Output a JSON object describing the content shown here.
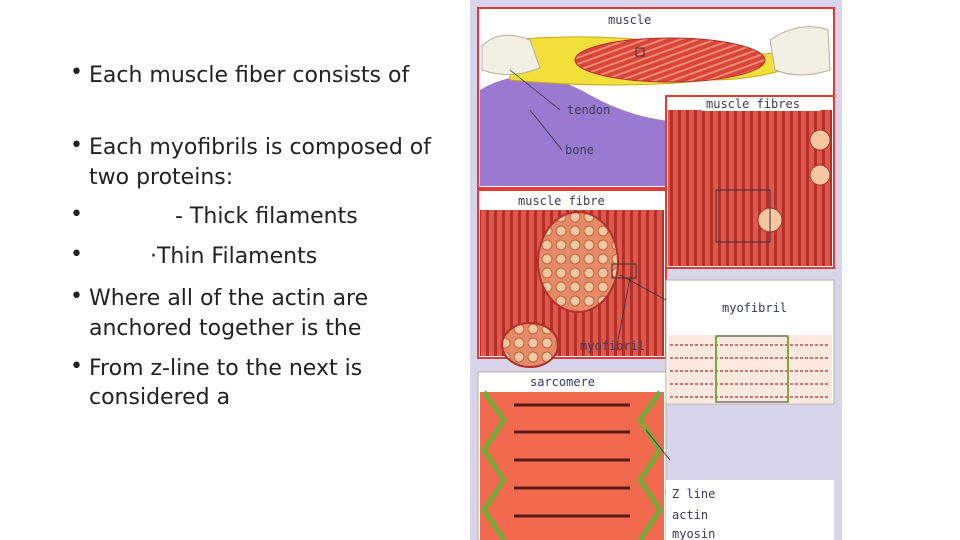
{
  "bullets": {
    "b1": "Each muscle fiber consists of",
    "b2_line1": "Each myofibrils is composed of",
    "b2_line2": "two proteins:",
    "b3": "- Thick filaments",
    "b4": "·Thin Filaments",
    "b5_line1": "Where all of the actin are",
    "b5_line2": "anchored together is the",
    "b6_line1": "From z-line to the next is",
    "b6_line2": "considered a"
  },
  "figure": {
    "muscle": "muscle",
    "tendon": "tendon",
    "bone": "bone",
    "muscle_fibres": "muscle fibres",
    "muscle_fibre": "muscle fibre",
    "myofibril_right": "myofibril",
    "myofibril_left": "myofibril",
    "sarcomere": "sarcomere",
    "z_line": "Z line",
    "actin": "actin",
    "myosin": "myosin"
  },
  "colors": {
    "panel_bg": "#d8d4ea",
    "frame_red": "#e23a3a",
    "muscle_red": "#d9453a",
    "bone": "#f2efe4",
    "tissue_purple": "#9a7ad0",
    "tendon_yellow": "#f2e03a"
  }
}
